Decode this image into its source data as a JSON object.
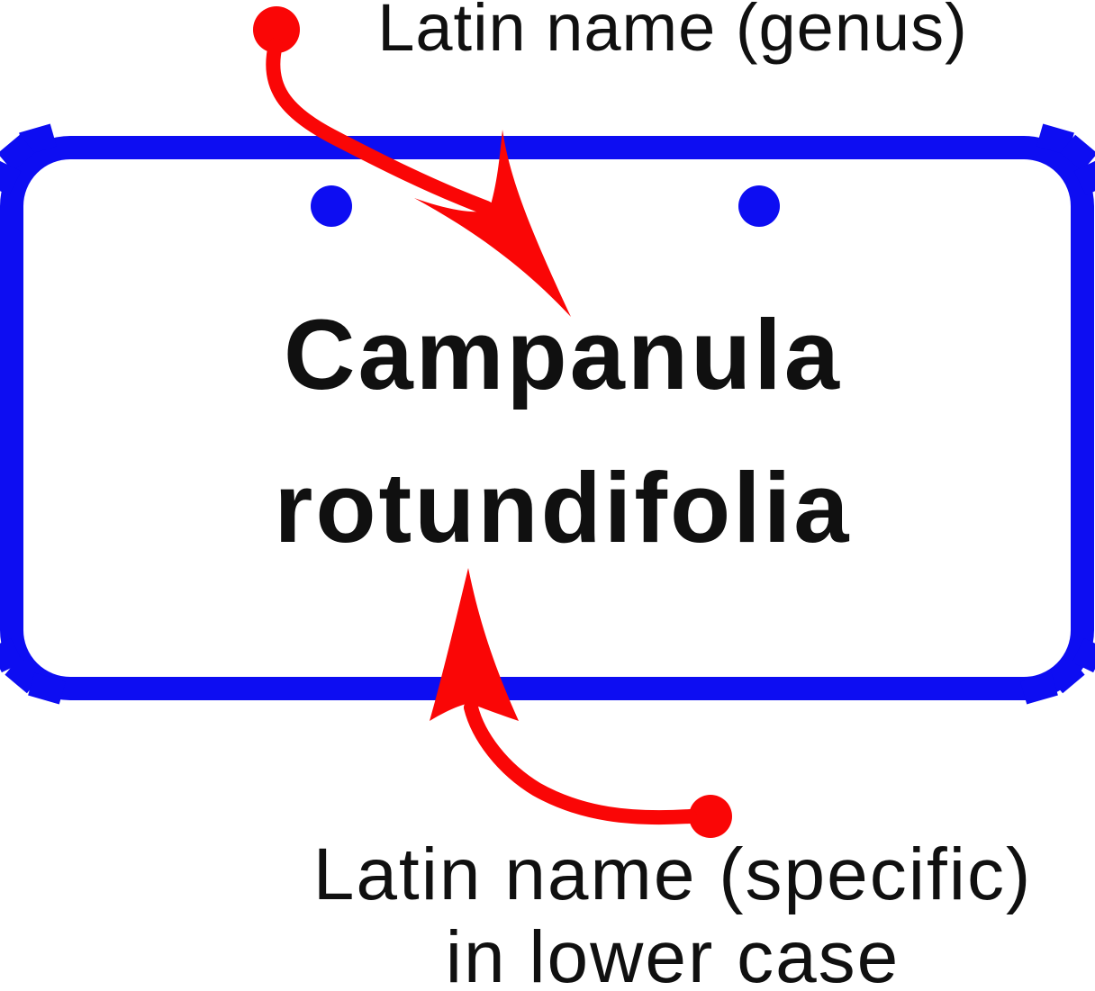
{
  "figure": {
    "type": "plant-label-diagram",
    "background": "#ffffff",
    "colors": {
      "plate_blue": "#0d0df2",
      "arrow_red": "#fa0606",
      "text_black": "#101010"
    },
    "plate": {
      "genus": "Campanula",
      "species": "rotundifolia",
      "holes_count": "2"
    },
    "annotations": {
      "top": {
        "text": "Latin name (genus)"
      },
      "bottom": {
        "line1": "Latin name (specific)",
        "line2": "in lower case"
      }
    }
  }
}
